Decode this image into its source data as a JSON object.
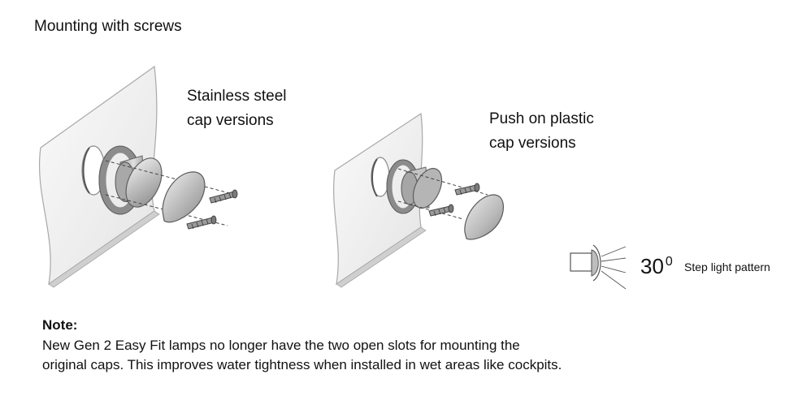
{
  "heading": "Mounting with screws",
  "diagram_left": {
    "label_line1": "Stainless steel",
    "label_line2": "cap versions"
  },
  "diagram_right": {
    "label_line1": "Push on plastic",
    "label_line2": "cap versions"
  },
  "light_pattern": {
    "angle_value": "30",
    "angle_superscript": "0",
    "description": "Step light pattern"
  },
  "note": {
    "title": "Note:",
    "line1": "New Gen 2 Easy Fit lamps no longer have the two open slots for mounting the",
    "line2": "original caps. This improves water tightness when installed in wet areas like cockpits."
  }
}
